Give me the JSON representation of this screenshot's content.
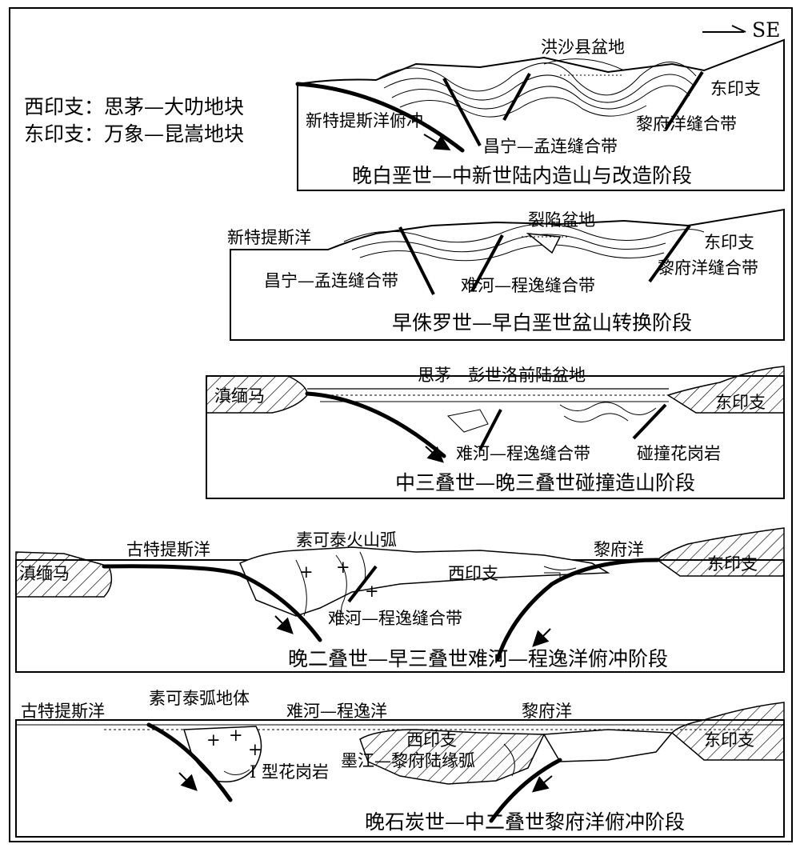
{
  "diagram": {
    "direction": "SE",
    "legend": [
      "西印支：思茅—大叻地块",
      "东印支：万象—昆嵩地块"
    ],
    "panels": [
      {
        "stage": "晚白垩世—中新世陆内造山与改造阶段",
        "labels": {
          "basin": "洪沙县盆地",
          "east": "东印支",
          "subduction": "新特提斯洋俯冲",
          "suture_a": "昌宁—孟连缝合带",
          "suture_b": "黎府洋缝合带"
        }
      },
      {
        "stage": "早侏罗世—早白垩世盆山转换阶段",
        "labels": {
          "ocean": "新特提斯洋",
          "basin": "裂陷盆地",
          "east": "东印支",
          "suture_a": "昌宁—孟连缝合带",
          "suture_b": "难河—程逸缝合带",
          "suture_c": "黎府洋缝合带"
        }
      },
      {
        "stage": "中三叠世—晚三叠世碰撞造山阶段",
        "labels": {
          "basin": "思茅—彭世洛前陆盆地",
          "west": "滇缅马",
          "east": "东印支",
          "suture": "难河—程逸缝合带",
          "granite": "碰撞花岗岩"
        }
      },
      {
        "stage": "晚二叠世—早三叠世难河—程逸洋俯冲阶段",
        "labels": {
          "ocean": "古特提斯洋",
          "arc": "素可泰火山弧",
          "ocean2": "黎府洋",
          "west": "滇缅马",
          "east": "东印支",
          "middle": "西印支",
          "suture": "难河—程逸缝合带"
        }
      },
      {
        "stage": "晚石炭世—中二叠世黎府洋俯冲阶段",
        "labels": {
          "ocean": "古特提斯洋",
          "arc": "素可泰弧地体",
          "ocean2": "难河—程逸洋",
          "ocean3": "黎府洋",
          "middle": "西印支",
          "east": "东印支",
          "granite": "I 型花岗岩",
          "arc2": "墨江—黎府陆缘弧"
        }
      }
    ]
  }
}
